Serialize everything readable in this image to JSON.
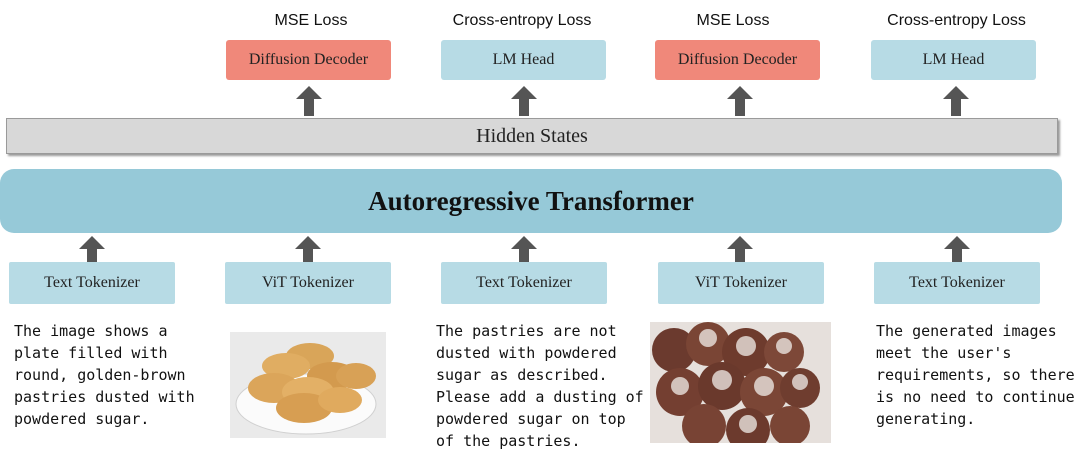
{
  "losses": [
    "MSE Loss",
    "Cross-entropy Loss",
    "MSE Loss",
    "Cross-entropy Loss"
  ],
  "heads": [
    {
      "label": "Diffusion Decoder",
      "color": "#f0887a"
    },
    {
      "label": "LM Head",
      "color": "#b7dbe5"
    },
    {
      "label": "Diffusion Decoder",
      "color": "#f0887a"
    },
    {
      "label": "LM Head",
      "color": "#b7dbe5"
    }
  ],
  "hidden_states": "Hidden States",
  "transformer": "Autoregressive Transformer",
  "tokenizers": [
    "Text Tokenizer",
    "ViT Tokenizer",
    "Text Tokenizer",
    "ViT Tokenizer",
    "Text Tokenizer"
  ],
  "captions": [
    "The image shows a\nplate filled with\nround, golden-brown\npastries dusted with\npowdered sugar.",
    "The pastries are not\ndusted with powdered\nsugar as described.\nPlease add a dusting of\npowdered sugar on top\nof the pastries.",
    "The generated images\nmeet the user's\nrequirements, so there\nis no need to continue\ngenerating."
  ],
  "colors": {
    "decoder": "#f0887a",
    "lm_head": "#b7dbe5",
    "tokenizer": "#b7dbe5",
    "transformer": "#96c9d8",
    "hidden_states": "#d8d8d8",
    "arrow": "#555555"
  }
}
